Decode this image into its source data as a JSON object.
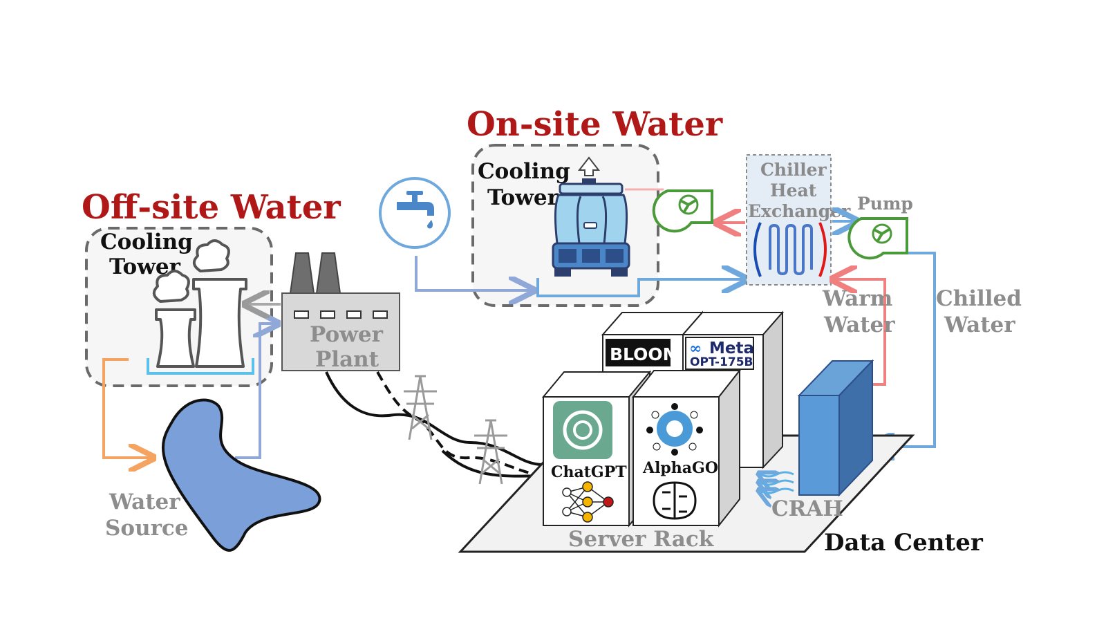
{
  "offsite": {
    "title": "Off-site Water",
    "tower_line1": "Cooling",
    "tower_line2": "Tower",
    "water_source_line1": "Water",
    "water_source_line2": "Source",
    "power_plant_line1": "Power",
    "power_plant_line2": "Plant"
  },
  "onsite": {
    "title": "On-site Water",
    "tower_line1": "Cooling",
    "tower_line2": "Tower"
  },
  "chiller": {
    "line1": "Chiller",
    "line2": "Heat",
    "line3": "Exchanger"
  },
  "pump_label": "Pump",
  "warm_water_line1": "Warm",
  "warm_water_line2": "Water",
  "chilled_water_line1": "Chilled",
  "chilled_water_line2": "Water",
  "datacenter": {
    "label": "Data Center",
    "server_rack": "Server Rack",
    "crah": "CRAH"
  },
  "servers": {
    "chatgpt": "ChatGPT",
    "alphago": "AlphaGO",
    "bloom": "BLOOM",
    "meta_brand": "Meta",
    "meta_model": "OPT-175B"
  },
  "colors": {
    "title_red": "#b01818",
    "warm_flow": "#f08080",
    "chilled_flow": "#6fa8dc",
    "offsite_flow_orange": "#f4a460",
    "water_body": "#7b9fd8",
    "pump_green": "#4a9a3a",
    "crah_blue": "#4a86c8"
  }
}
